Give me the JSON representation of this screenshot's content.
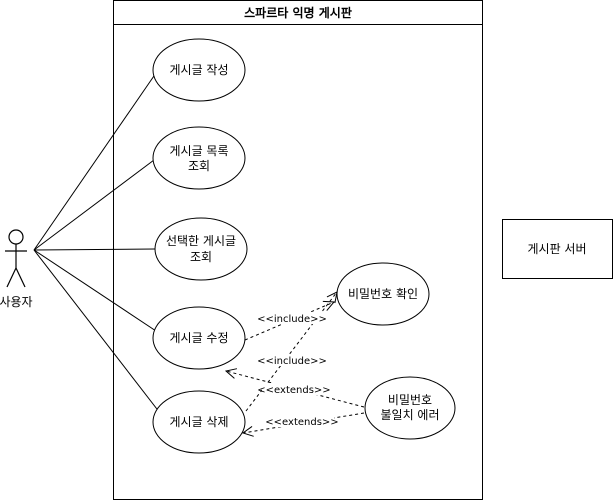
{
  "system": {
    "title": "스파르타 익명 게시판"
  },
  "actor": {
    "label": "사용자"
  },
  "use_cases": {
    "write": {
      "lines": [
        "게시글 작성"
      ]
    },
    "list": {
      "lines": [
        "게시글 목록",
        "조회"
      ]
    },
    "view": {
      "lines": [
        "선택한 게시글",
        "조회"
      ]
    },
    "edit": {
      "lines": [
        "게시글 수정"
      ]
    },
    "delete": {
      "lines": [
        "게시글 삭제"
      ]
    },
    "verify": {
      "lines": [
        "비밀번호 확인"
      ]
    },
    "mismatch": {
      "lines": [
        "비밀번호",
        "불일치 에러"
      ]
    }
  },
  "external_system": {
    "label": "게시판 서버"
  },
  "relations": {
    "edit_include": "<<include>>",
    "delete_include": "<<include>>",
    "mismatch_extends_edit": "<<extends>>",
    "mismatch_extends_delete": "<<extends>>"
  },
  "colors": {
    "stroke": "#000000",
    "fill": "#ffffff"
  }
}
